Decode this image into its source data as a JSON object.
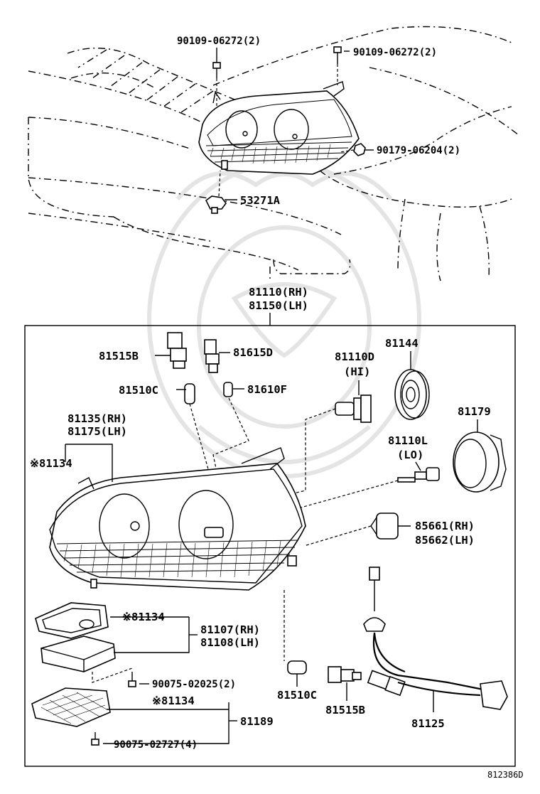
{
  "diagram_code": "812386D",
  "assembly": {
    "main_rh": "81110(RH)",
    "main_lh": "81150(LH)"
  },
  "callouts": {
    "bolt_top_left": "90109-06272(2)",
    "bolt_top_right": "90109-06272(2)",
    "nut_right": "90179-06204(2)",
    "clip": "53271A",
    "socket_b": "81515B",
    "socket_d": "81615D",
    "bulb_c": "81510C",
    "bulb_f": "81610F",
    "bulb_hi_code": "81110D",
    "bulb_hi_note": "(HI)",
    "cover_81144": "81144",
    "ring_81179": "81179",
    "bulb_lo_code": "81110L",
    "bulb_lo_note": "(LO)",
    "unit_rh": "81135(RH)",
    "unit_lh": "81175(LH)",
    "gasket_81134_a": "※81134",
    "actuator_rh": "85661(RH)",
    "actuator_lh": "85662(LH)",
    "gasket_81134_b": "※81134",
    "ecu_rh": "81107(RH)",
    "ecu_lh": "81108(LH)",
    "screw_90075_2": "90075-02025(2)",
    "bulb_c_lower": "81510C",
    "socket_b_lower": "81515B",
    "wire_81125": "81125",
    "gasket_81134_c": "※81134",
    "bracket_81189": "81189",
    "screw_90075_4": "90075-02727(4)"
  }
}
